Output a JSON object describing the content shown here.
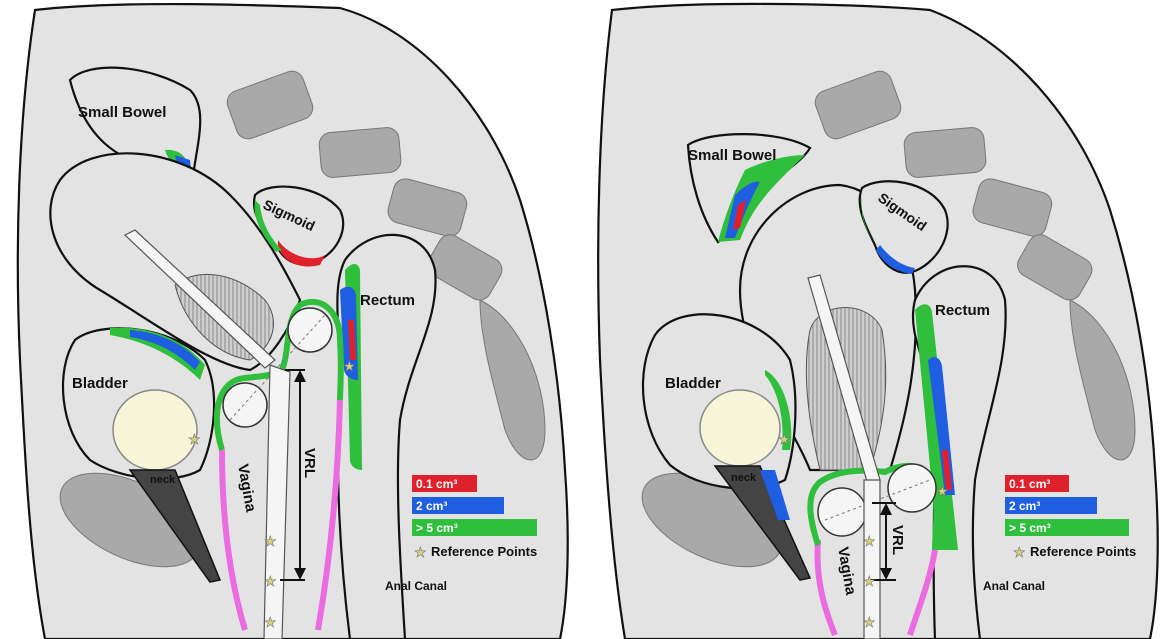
{
  "labels": {
    "small_bowel": "Small Bowel",
    "sigmoid": "Sigmoid",
    "rectum": "Rectum",
    "bladder": "Bladder",
    "neck": "neck",
    "vagina": "Vagina",
    "vrl": "VRL",
    "anal_canal": "Anal Canal"
  },
  "legend": [
    {
      "label": "0.1 cm³",
      "color": "#e0202a"
    },
    {
      "label": "2 cm³",
      "color": "#1f5ee0"
    },
    {
      "label": "> 5 cm³",
      "color": "#2fbf3c"
    },
    {
      "label": "Reference Points",
      "color": "#d8d27a"
    }
  ],
  "colors": {
    "tissue": "#e3e3e3",
    "bone": "#a9a9a9",
    "applicator_ring": "#2fbf3c",
    "vaginal_wall": "#ea6ce0",
    "ovoid": "#f7f5d8",
    "uterus_hatch": "#b8b8b8"
  }
}
